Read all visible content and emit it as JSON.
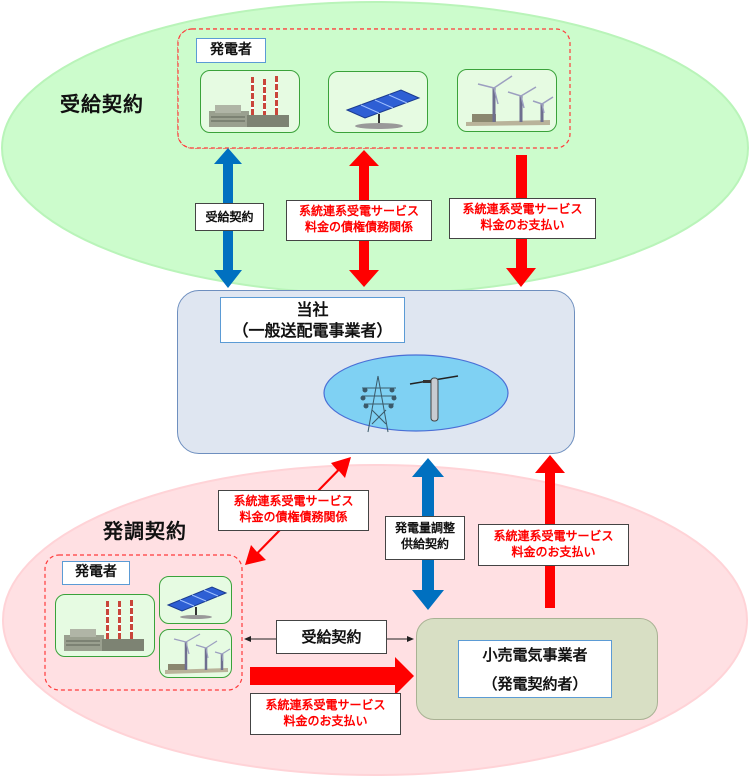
{
  "colors": {
    "supply_region": "#ccfccc",
    "adjust_region": "#ffe0e3",
    "company_box": "#dfe6f1",
    "retail_box": "#d8dfc4",
    "red_arrow": "#ff0000",
    "blue_arrow": "#0070c0",
    "label_red": "#ff0000"
  },
  "regions": {
    "supply": {
      "title": "受給契約"
    },
    "adjust": {
      "title": "発調契約"
    }
  },
  "top_generators": {
    "tag": "発電者",
    "icons": [
      "thermal-plant-icon",
      "solar-panel-icon",
      "wind-turbine-icon"
    ]
  },
  "company": {
    "line1": "当社",
    "line2": "（一般送配電事業者）",
    "icons": [
      "transmission-tower-icon",
      "utility-pole-icon"
    ]
  },
  "bottom_generators": {
    "tag": "発電者",
    "icons": [
      "thermal-plant-icon",
      "solar-panel-icon",
      "wind-turbine-icon"
    ]
  },
  "retailer": {
    "line1": "小売電気事業者",
    "line2": "（発電契約者）"
  },
  "labels": {
    "top_supply_contract": "受給契約",
    "top_rights_line1": "系統連系受電サービス",
    "top_rights_line2": "料金の債権債務関係",
    "top_payment_line1": "系統連系受電サービス",
    "top_payment_line2": "料金のお支払い",
    "bottom_rights_line1": "系統連系受電サービス",
    "bottom_rights_line2": "料金の債権債務関係",
    "adjust_contract_line1": "発電量調整",
    "adjust_contract_line2": "供給契約",
    "retail_payment_line1": "系統連系受電サービス",
    "retail_payment_line2": "料金のお支払い",
    "bottom_supply_contract": "受給契約",
    "gen_payment_line1": "系統連系受電サービス",
    "gen_payment_line2": "料金のお支払い"
  }
}
